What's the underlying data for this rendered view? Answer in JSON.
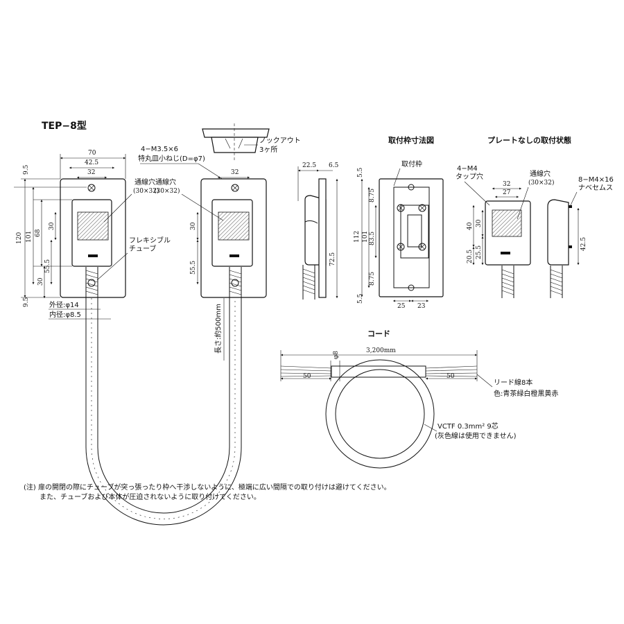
{
  "title": "TEP−8型",
  "headings": {
    "frame_dims": "取付枠寸法図",
    "no_plate": "プレートなしの取付状態",
    "cord": "コード"
  },
  "labels": {
    "knockout": "ノックアウト",
    "knockout_count": "3ヶ所",
    "screw_spec": "4−M3.5×6",
    "screw_name": "特丸皿小ねじ(D=φ7)",
    "wire_hole_1": "通線穴",
    "wire_hole_1_size": "(30×32)",
    "wire_hole_2": "通線穴",
    "wire_hole_2_size": "(30×32)",
    "wire_hole_3": "通線穴",
    "wire_hole_3_size": "(30×32)",
    "flex_tube": "フレキシブル",
    "flex_tube_2": "チューブ",
    "outer_dia": "外径:φ14",
    "inner_dia": "内径:φ8.5",
    "length": "長さ:約500mm",
    "frame": "取付枠",
    "tap_hole": "4−M4",
    "tap_hole_2": "タップ穴",
    "pan_screw": "8−M4×16",
    "pan_screw_2": "ナベセムス",
    "cord_length": "3,200mm",
    "cord_dia": "φ8",
    "lead_wires": "リード線8本",
    "lead_colors": "色:青茶緑白橙黒黄赤",
    "vctf": "VCTF 0.3mm²  9芯",
    "vctf_note": "(灰色線は使用できません)"
  },
  "dims": {
    "w70": "70",
    "w42_5": "42.5",
    "w32a": "32",
    "h120": "120",
    "h101": "101",
    "h68": "68",
    "h30a": "30",
    "h55_5a": "55.5",
    "h30b": "30",
    "h9_5a": "9.5",
    "h9_5b": "9.5",
    "w32b": "32",
    "h30c": "30",
    "h55_5b": "55.5",
    "s22_5": "22.5",
    "s6_5": "6.5",
    "s72_5": "72.5",
    "f5_5a": "5.5",
    "f8_75a": "8.75",
    "f112": "112",
    "f101": "101",
    "f83_5": "83.5",
    "f8_75b": "8.75",
    "f5_5b": "5.5",
    "f25": "25",
    "f23": "23",
    "n32": "32",
    "n27": "27",
    "n40": "40",
    "n30": "30",
    "n20_5": "20.5",
    "n25_5": "25.5",
    "n42_5": "42.5",
    "c50a": "50",
    "c50b": "50"
  },
  "notes": {
    "line1": "(注) 扉の開閉の際にチューブが突っ張ったり枠へ干渉しないように、極端に広い間隔での取り付けは避けてください。",
    "line2": "また、チューブおよび本体が圧迫されないように取り付けてください。"
  }
}
